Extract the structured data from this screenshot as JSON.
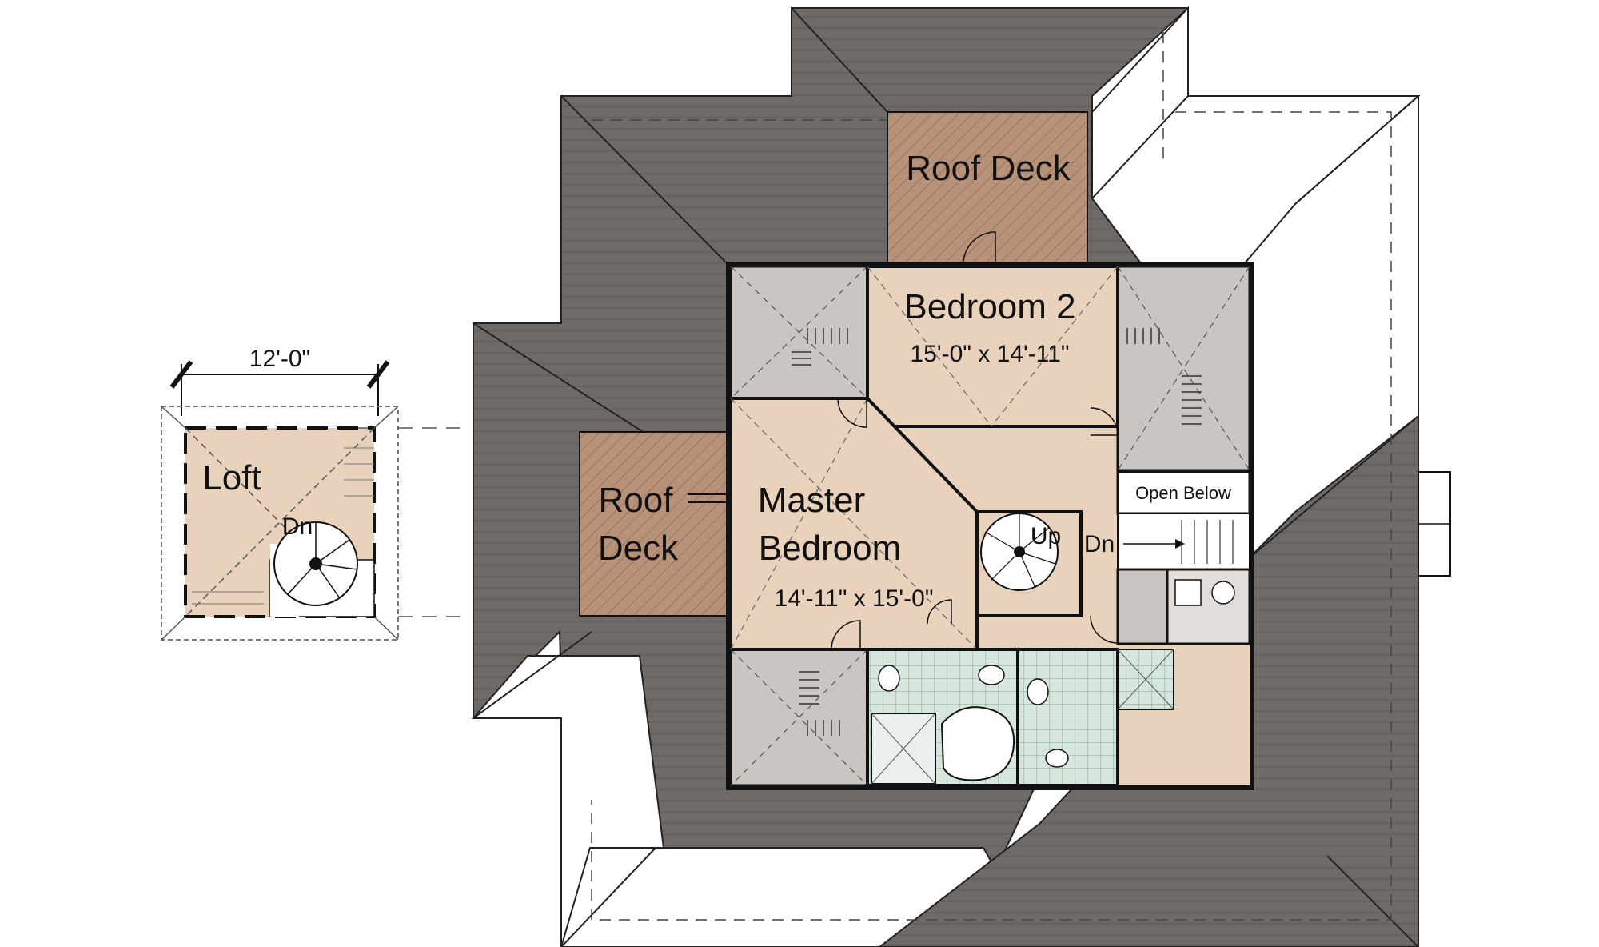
{
  "colors": {
    "roof": "#6e6a67",
    "room": "#e8d2bc",
    "closet": "#cbc5c2",
    "deck": "#b89278",
    "bath_tile": "#d6e6dc",
    "wall": "#111111",
    "white_roof": "#ffffff"
  },
  "loft": {
    "dimension": "12'-0\"",
    "name": "Loft",
    "stair": "Dn"
  },
  "rooms": {
    "roof_deck_top": "Roof Deck",
    "roof_deck_left_1": "Roof",
    "roof_deck_left_2": "Deck",
    "bedroom2_name": "Bedroom 2",
    "bedroom2_size": "15'-0\" x 14'-11\"",
    "master_name_1": "Master",
    "master_name_2": "Bedroom",
    "master_size": "14'-11\" x 15'-0\"",
    "open_below": "Open Below",
    "stair_up": "Up",
    "stair_dn": "Dn"
  },
  "icons": {
    "spiral_stair": "spiral-stair-icon",
    "bathtub": "bathtub-icon",
    "toilet": "toilet-icon",
    "sink": "sink-icon"
  }
}
